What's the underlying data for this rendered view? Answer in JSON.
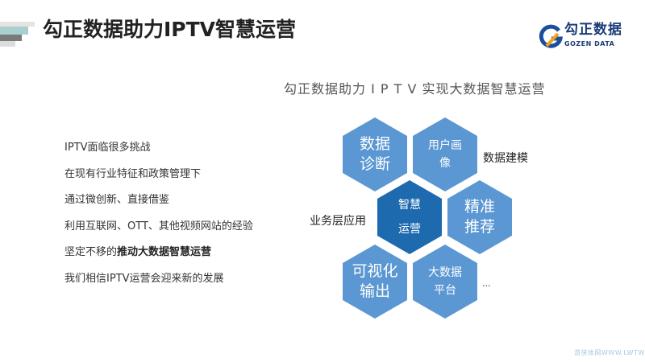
{
  "header": {
    "title": "勾正数据助力IPTV智慧运营",
    "logo_cn": "勾正数据",
    "logo_en": "GOZEN DATA"
  },
  "subtitle": "勾正数据助力 I P T V 实现大数据智慧运营",
  "points": [
    {
      "text": "IPTV面临很多挑战"
    },
    {
      "text": "在现有行业特征和政策管理下"
    },
    {
      "text": "通过微创新、直接借鉴"
    },
    {
      "text": "利用互联网、OTT、其他视频网站的经验"
    },
    {
      "prefix": "坚定不移的",
      "bold": "推动大数据智慧运营"
    },
    {
      "text": "我们相信IPTV运营会迎来新的发展"
    }
  ],
  "hexes": [
    {
      "line1": "数据",
      "line2": "诊断"
    },
    {
      "line1": "用户画",
      "line2": "像"
    },
    {
      "line1": "智慧",
      "line2": "运营"
    },
    {
      "line1": "精准",
      "line2": "推荐"
    },
    {
      "line1": "可视化",
      "line2": "输出"
    },
    {
      "line1": "大数据",
      "line2": "平台"
    }
  ],
  "labels": {
    "modeling": "数据建模",
    "business": "业务层应用",
    "more": "..."
  },
  "watermark": "游侠体网WWW.LWTW.COM",
  "colors": {
    "hex": "#5b97d2",
    "hex_center": "#1e6aae"
  }
}
